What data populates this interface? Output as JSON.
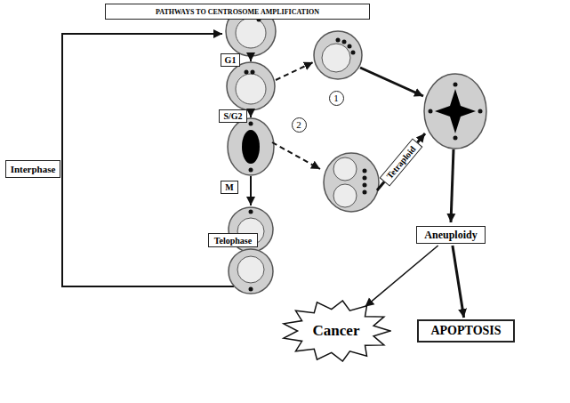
{
  "diagram": {
    "title": "PATHWAYS TO CENTROSOME AMPLIFICATION",
    "nodes": [
      {
        "text": [
          "G1"
        ]
      },
      {
        "text": [
          "S/G2"
        ]
      },
      {
        "text": [
          "Interphase"
        ]
      },
      {
        "text": [
          "M"
        ]
      },
      {
        "text": [
          "Tetraploid"
        ]
      },
      {
        "text": [
          "Aneuploidy"
        ]
      },
      {
        "text": [
          "Telophase"
        ]
      },
      {
        "text": [
          "Cancer"
        ]
      },
      {
        "text": [
          "APOPTOSIS"
        ]
      }
    ],
    "edges": [
      {
        "from": 5,
        "to": 7,
        "arrow": "to"
      },
      {
        "from": 5,
        "to": 8,
        "arrow": "to"
      }
    ],
    "labels": [
      "1",
      "2"
    ]
  }
}
